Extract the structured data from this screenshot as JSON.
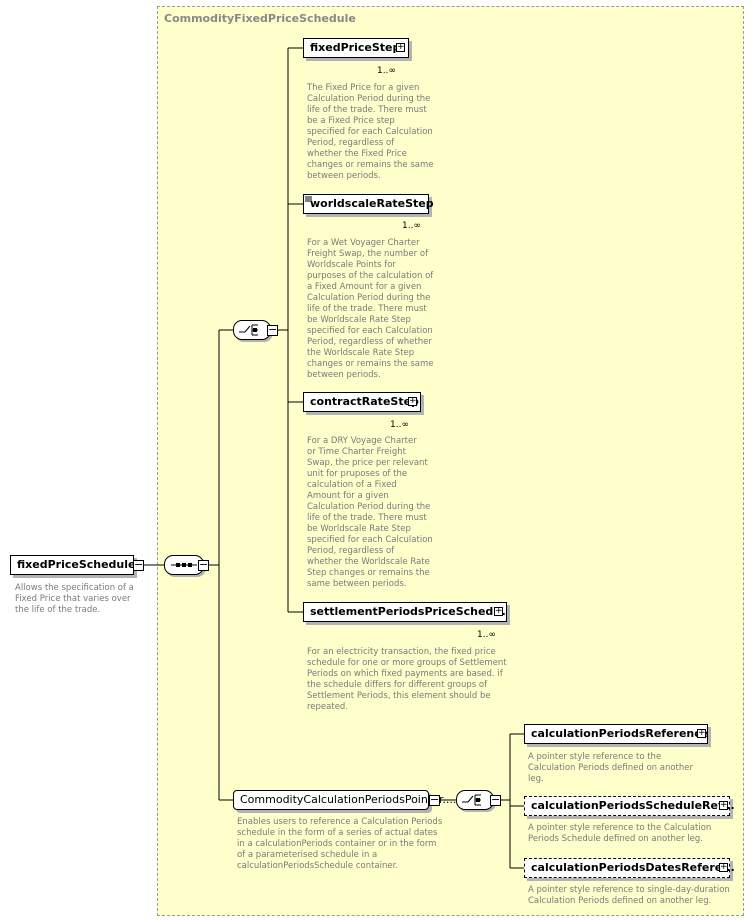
{
  "group": {
    "name": "CommodityFixedPriceSchedule"
  },
  "root": {
    "name": "fixedPriceSchedule",
    "doc": "Allows the specification of a\nFixed Price that varies over\nthe life of the trade."
  },
  "choice_elements": [
    {
      "name": "fixedPriceStep",
      "cardinality": "1..∞",
      "doc": "The Fixed Price for a given\nCalculation Period during the\nlife of the trade. There must\nbe a Fixed Price step\nspecified for each Calculation\nPeriod, regardless of\nwhether the Fixed Price\nchanges or remains the same\nbetween periods."
    },
    {
      "name": "worldscaleRateStep",
      "cardinality": "1..∞",
      "doc": "For a Wet Voyager Charter\nFreight Swap, the number of\nWorldscale Points for\npurposes of the calculation of\na Fixed Amount for a given\nCalculation Period during the\nlife of the trade. There must\nbe Worldscale Rate Step\nspecified for each Calculation\nPeriod, regardless of whether\nthe Worldscale Rate Step\nchanges or remains the same\nbetween periods."
    },
    {
      "name": "contractRateStep",
      "cardinality": "1..∞",
      "doc": "For a DRY Voyage Charter\nor Time Charter Freight\nSwap, the price per relevant\nunit for pruposes of the\ncalculation of a Fixed\nAmount for a given\nCalculation Period during the\nlife of the trade. There must\nbe Worldscale Rate Step\nspecified for each Calculation\nPeriod, regardless of\nwhether the Worldscale Rate\nStep changes or remains the\nsame between periods."
    },
    {
      "name": "settlementPeriodsPriceSched...",
      "cardinality": "1..∞",
      "doc": "For an electricity transaction, the fixed price\nschedule for one or more groups of Settlement\nPeriods on which fixed payments are based. if\nthe schedule differs for different groups of\nSettlement Periods, this element should be\nrepeated."
    }
  ],
  "pointer_group": {
    "name": "CommodityCalculationPeriodsPointer....",
    "doc": "Enables users to reference a Calculation Periods\nschedule in the form of a series of actual dates\nin a calculationPeriods container or in the form\nof a parameterised schedule in a\ncalculationPeriodsSchedule container."
  },
  "pointer_elements": [
    {
      "name": "calculationPeriodsReference",
      "doc": "A pointer style reference to the\nCalculation Periods defined on another\nleg."
    },
    {
      "name": "calculationPeriodsScheduleRef...",
      "doc": "A pointer style reference to the Calculation\nPeriods Schedule defined on another leg."
    },
    {
      "name": "calculationPeriodsDatesRefere...",
      "doc": "A pointer style reference to single-day-duration\nCalculation Periods defined on another leg."
    }
  ],
  "icons": {
    "expand": "plus-icon",
    "collapse": "minus-icon",
    "sequence": "sequence-icon",
    "choice": "choice-icon",
    "simple_content": "simple-content-icon"
  },
  "colors": {
    "group_background": "#ffffcc",
    "doc_text": "#7a7a7a",
    "shadow": "#b3b3b3"
  }
}
